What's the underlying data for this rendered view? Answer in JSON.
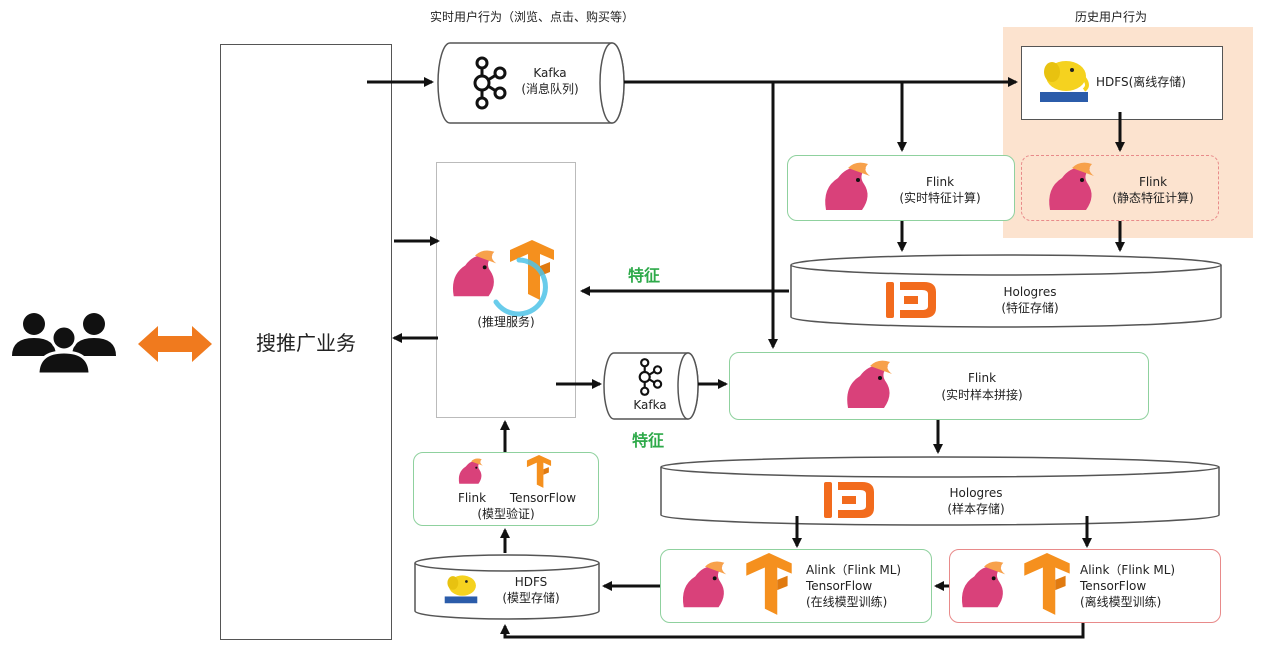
{
  "labels": {
    "realtime_behavior": "实时用户行为（浏览、点击、购买等）",
    "history_behavior": "历史用户行为",
    "business": "搜推广业务",
    "feature_top": "特征",
    "feature_bottom": "特征"
  },
  "nodes": {
    "kafka_top": {
      "name": "Kafka",
      "sub": "(消息队列)"
    },
    "hdfs_offline": {
      "name": "HDFS(离线存储)"
    },
    "flink_realtime_feature": {
      "name": "Flink",
      "sub": "(实时特征计算)"
    },
    "flink_static_feature": {
      "name": "Flink",
      "sub": "(静态特征计算)"
    },
    "hologres_feature": {
      "name": "Hologres",
      "sub": "(特征存储)"
    },
    "inference": {
      "sub": "(推理服务)"
    },
    "kafka_mid": {
      "name": "Kafka"
    },
    "flink_sample": {
      "name": "Flink",
      "sub": "(实时样本拼接)"
    },
    "model_validate": {
      "flink": "Flink",
      "tf": "TensorFlow",
      "sub": "(模型验证)"
    },
    "hologres_sample": {
      "name": "Hologres",
      "sub": "(样本存储)"
    },
    "hdfs_model": {
      "name": "HDFS",
      "sub": "(模型存储)"
    },
    "online_train": {
      "line1": "Alink（Flink ML)",
      "line2": "TensorFlow",
      "sub": "(在线模型训练)"
    },
    "offline_train": {
      "line1": "Alink（Flink ML)",
      "line2": "TensorFlow",
      "sub": "(离线模型训练)"
    }
  },
  "colors": {
    "orange": "#f07a1e",
    "green_border": "#8fd19e",
    "red_border": "#e88a8a",
    "history_bg": "#fce3cf",
    "green_text": "#2eaa4a",
    "hologres": "#f26b1d",
    "flink_pink": "#d9417a"
  },
  "icons": [
    "users-icon",
    "kafka-icon",
    "hadoop-elephant-icon",
    "flink-squirrel-icon",
    "tensorflow-icon",
    "hologres-icon",
    "double-arrow-icon",
    "loading-spinner-icon"
  ]
}
